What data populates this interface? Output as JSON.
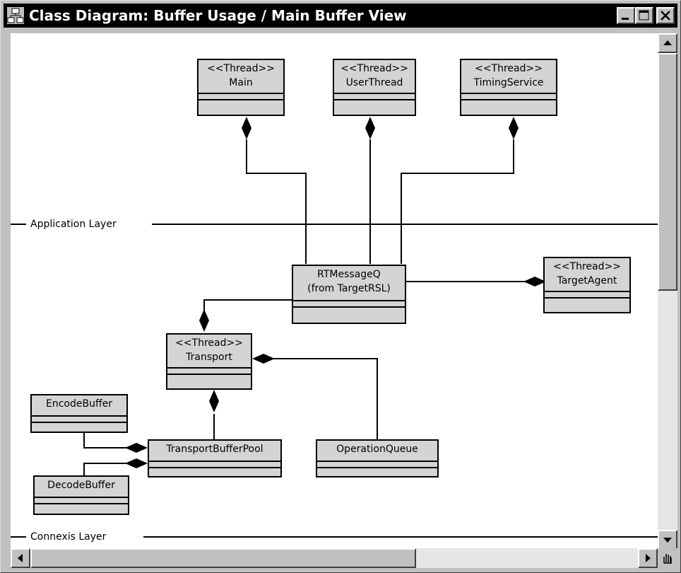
{
  "window": {
    "title": "Class Diagram: Buffer Usage / Main Buffer View",
    "icon": "class-diagram-icon",
    "controls": [
      "minimize-icon",
      "maximize-icon",
      "close-icon"
    ]
  },
  "layers": {
    "application": "Application Layer",
    "connexis": "Connexis Layer"
  },
  "classes": {
    "main": {
      "stereotype": "<<Thread>>",
      "name": "Main"
    },
    "user_thread": {
      "stereotype": "<<Thread>>",
      "name": "UserThread"
    },
    "timing_service": {
      "stereotype": "<<Thread>>",
      "name": "TimingService"
    },
    "rt_message_q": {
      "name": "RTMessageQ",
      "from": "(from TargetRSL)"
    },
    "target_agent": {
      "stereotype": "<<Thread>>",
      "name": "TargetAgent"
    },
    "transport": {
      "stereotype": "<<Thread>>",
      "name": "Transport"
    },
    "encode_buffer": {
      "name": "EncodeBuffer"
    },
    "transport_buffer_pool": {
      "name": "TransportBufferPool"
    },
    "operation_queue": {
      "name": "OperationQueue"
    },
    "decode_buffer": {
      "name": "DecodeBuffer"
    }
  },
  "colors": {
    "titlebar": "#000000",
    "class_fill": "#d4d4d4",
    "canvas": "#ffffff"
  }
}
